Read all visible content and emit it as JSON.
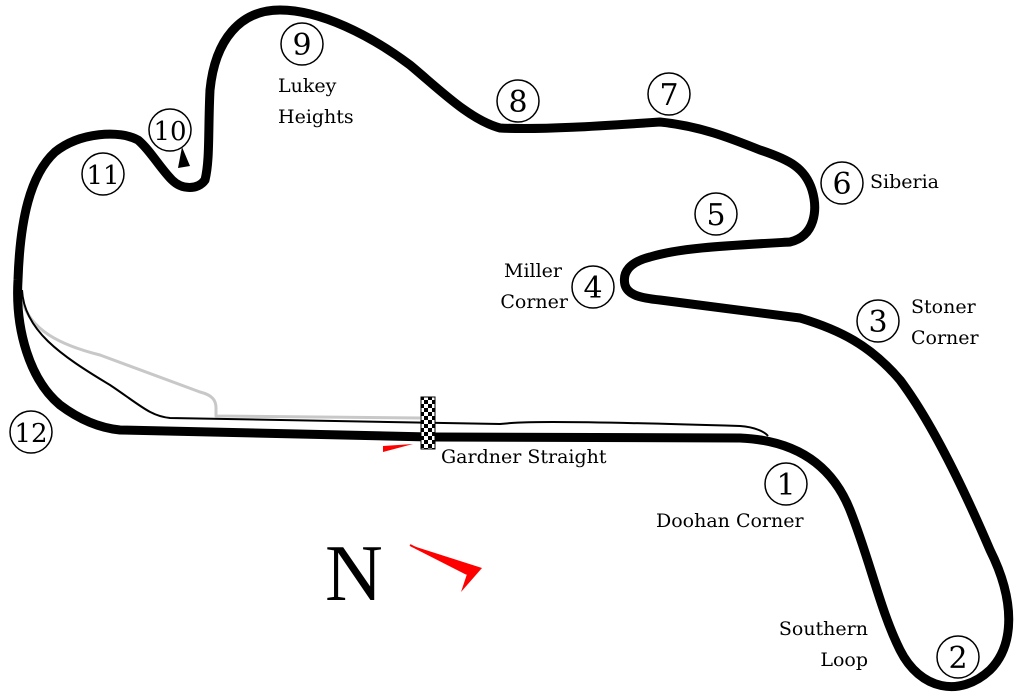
{
  "corners": [
    {
      "number": "1",
      "name": "Doohan Corner"
    },
    {
      "number": "2",
      "name": "Southern Loop"
    },
    {
      "number": "3",
      "name": "Stoner Corner"
    },
    {
      "number": "4",
      "name": "Miller Corner"
    },
    {
      "number": "5",
      "name": ""
    },
    {
      "number": "6",
      "name": "Siberia"
    },
    {
      "number": "7",
      "name": ""
    },
    {
      "number": "8",
      "name": ""
    },
    {
      "number": "9",
      "name": "Lukey Heights"
    },
    {
      "number": "10",
      "name": ""
    },
    {
      "number": "11",
      "name": ""
    },
    {
      "number": "12",
      "name": ""
    }
  ],
  "labels": {
    "straight": "Gardner Straight",
    "doohan": "Doohan Corner",
    "southern_1": "Southern",
    "southern_2": "Loop",
    "stoner_1": "Stoner",
    "stoner_2": "Corner",
    "miller_1": "Miller",
    "miller_2": "Corner",
    "siberia": "Siberia",
    "lukey_1": "Lukey",
    "lukey_2": "Heights",
    "north": "N"
  },
  "colors": {
    "track": "#000000",
    "pit_lane": "#c8c8c8",
    "arrow": "#ff0000",
    "background": "#ffffff"
  },
  "icons": {
    "start_finish": "checkered-flag-line",
    "direction": "red-arrow",
    "compass": "north-arrow"
  }
}
